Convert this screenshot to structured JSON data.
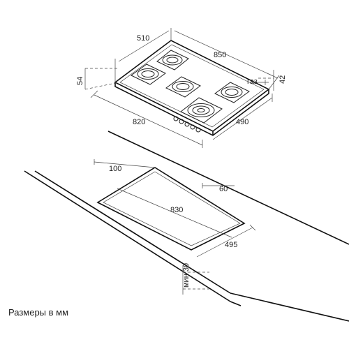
{
  "hob": {
    "dims": {
      "depth": "510",
      "width": "850",
      "height_side": "54",
      "gas_label": "газ",
      "gas_height": "42",
      "front_width": "820",
      "front_depth": "490"
    }
  },
  "cutout": {
    "dims": {
      "back_offset": "100",
      "side_offset": "60",
      "width": "830",
      "depth": "495",
      "min_thickness": "мин 30"
    }
  },
  "caption": "Размеры в мм"
}
